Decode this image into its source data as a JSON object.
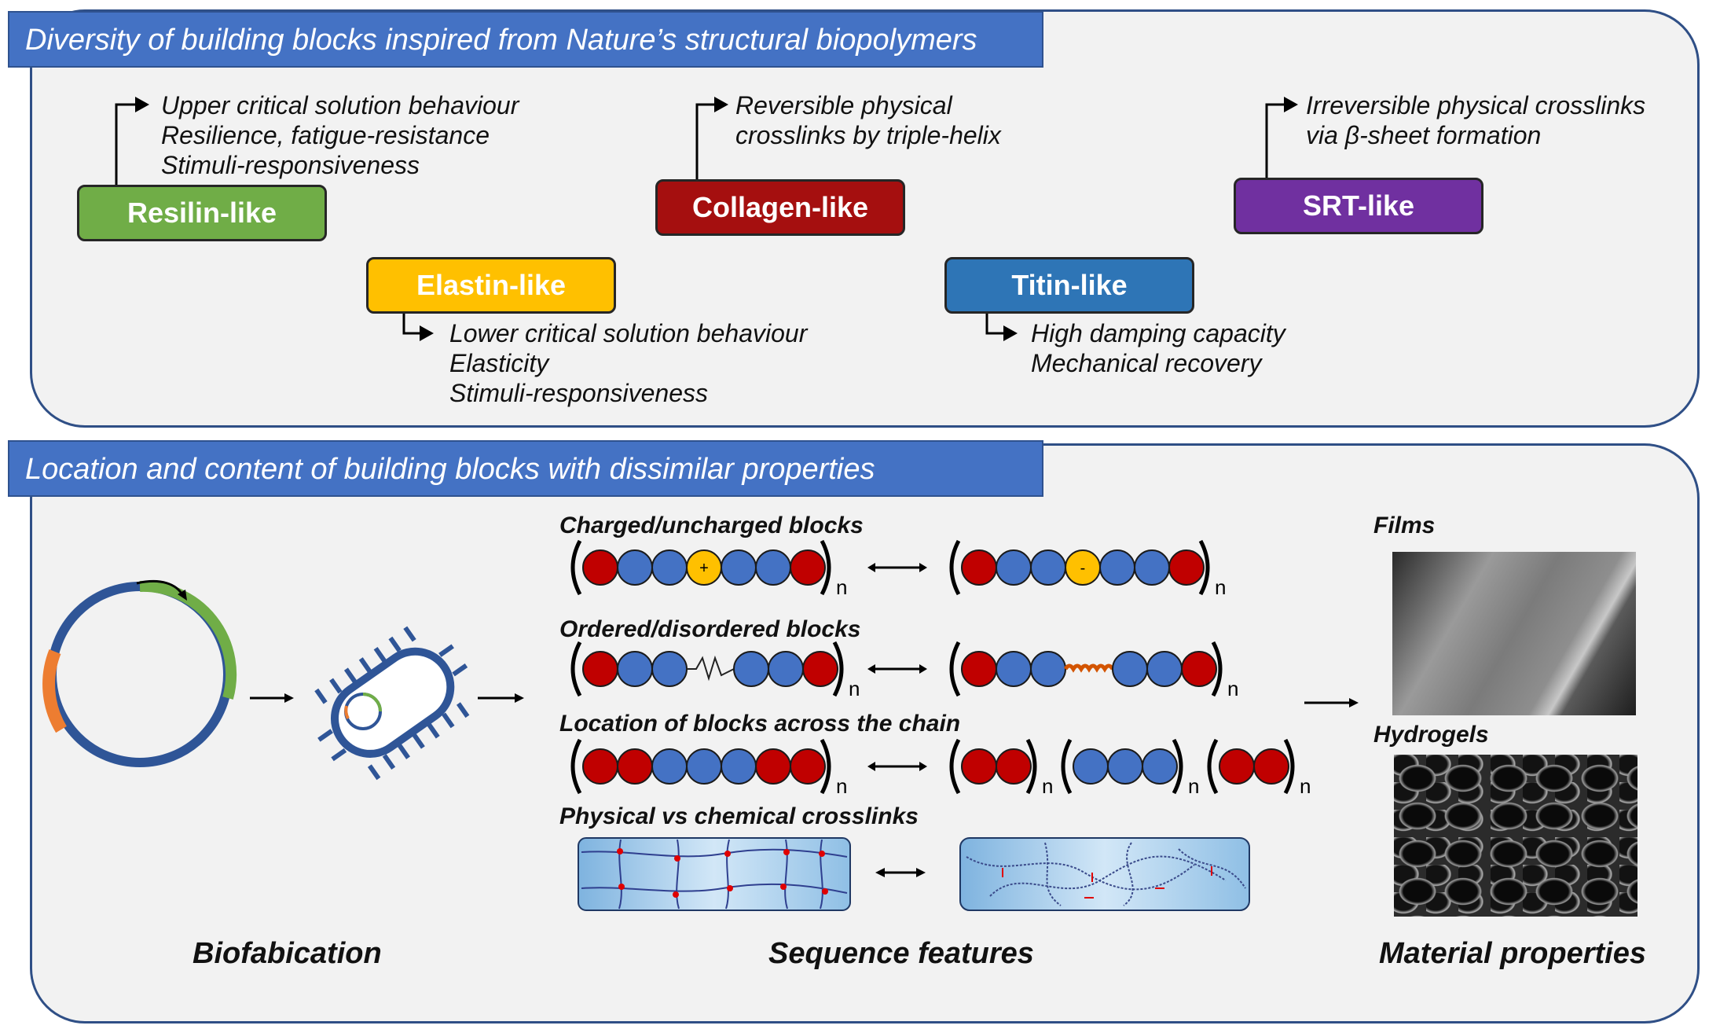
{
  "top_panel": {
    "title": "Diversity of building blocks inspired from Nature’s structural biopolymers",
    "blocks": {
      "resilin": {
        "label": "Resilin-like",
        "color": "#70ad47",
        "desc": [
          "Upper critical solution behaviour",
          "Resilience, fatigue-resistance",
          "Stimuli-responsiveness"
        ]
      },
      "elastin": {
        "label": "Elastin-like",
        "color": "#ffc000",
        "desc": [
          "Lower critical solution behaviour",
          "Elasticity",
          "Stimuli-responsiveness"
        ]
      },
      "collagen": {
        "label": "Collagen-like",
        "color": "#a50f0f",
        "desc": [
          "Reversible physical",
          "crosslinks by triple-helix"
        ]
      },
      "titin": {
        "label": "Titin-like",
        "color": "#2e75b6",
        "desc": [
          "High damping capacity",
          "Mechanical recovery"
        ]
      },
      "srt": {
        "label": "SRT-like",
        "color": "#7030a0",
        "desc": [
          "Irreversible physical crosslinks",
          "via β-sheet formation"
        ]
      }
    }
  },
  "bottom_panel": {
    "title": "Location and content of building blocks with dissimilar properties",
    "features": {
      "charged": "Charged/uncharged blocks",
      "ordered": "Ordered/disordered blocks",
      "location": "Location of blocks across the chain",
      "crosslinks": "Physical vs chemical crosslinks"
    },
    "charges": {
      "plus": "+",
      "minus": "-"
    },
    "repeat_subscript": "n",
    "materials": {
      "films": "Films",
      "hydrogels": "Hydrogels"
    },
    "stages": {
      "biofabrication": "Biofabication",
      "sequence": "Sequence features",
      "material": "Material properties"
    }
  },
  "colors": {
    "panel_border": "#2f4f86",
    "tab": "#4472c4",
    "bead_red": "#c00000",
    "bead_blue": "#4472c4",
    "bead_yellow": "#ffc000",
    "plasmid_blue": "#2f5597",
    "plasmid_green": "#70ad47",
    "plasmid_orange": "#ed7d31"
  }
}
